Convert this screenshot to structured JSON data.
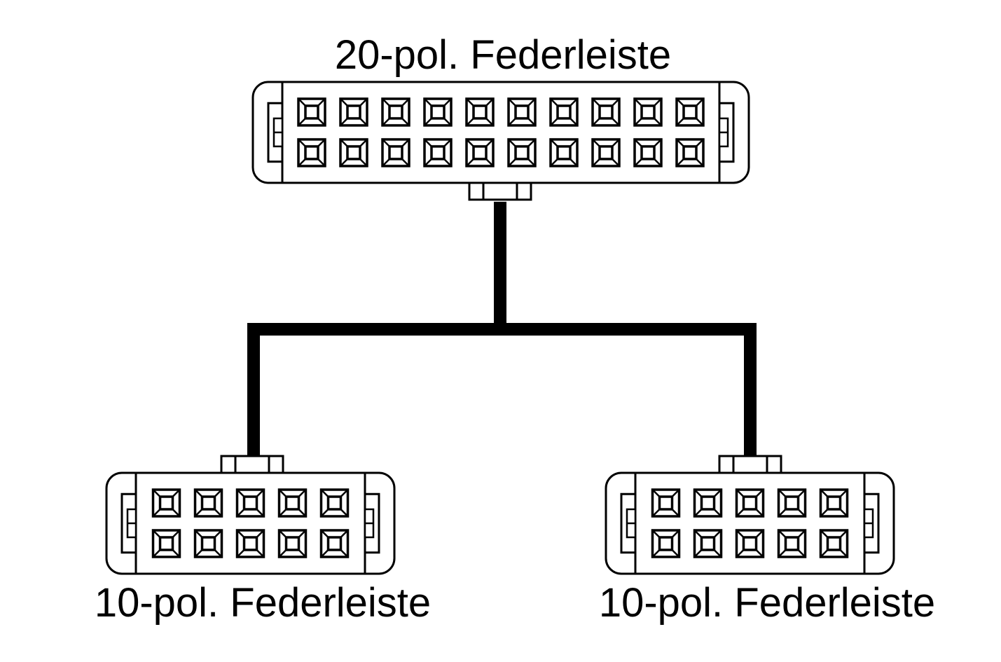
{
  "labels": {
    "top": "20-pol. Federleiste",
    "bottom_left": "10-pol. Federleiste",
    "bottom_right": "10-pol. Federleiste"
  },
  "connectors": {
    "top": {
      "rows": 2,
      "cols": 10
    },
    "bottom_left": {
      "rows": 2,
      "cols": 5
    },
    "bottom_right": {
      "rows": 2,
      "cols": 5
    }
  },
  "colors": {
    "line": "#000000",
    "background": "#ffffff"
  }
}
